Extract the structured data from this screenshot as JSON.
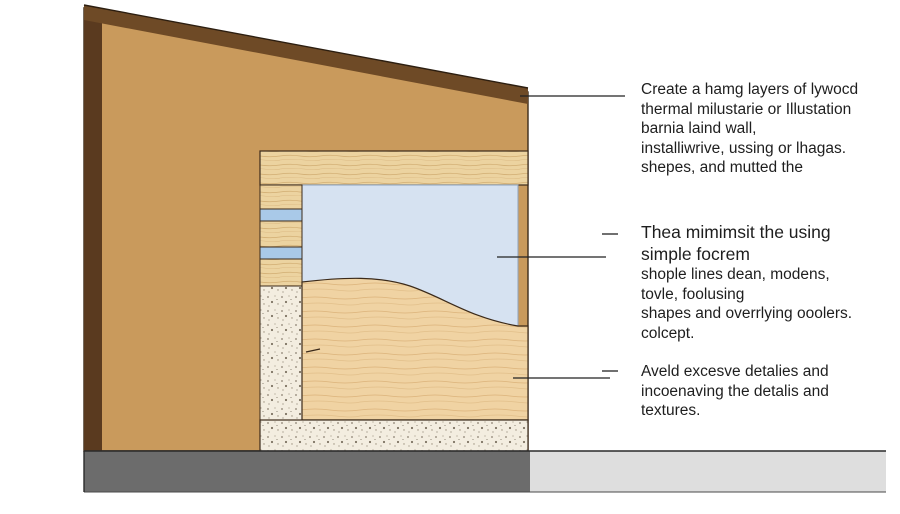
{
  "notes": [
    {
      "lines": [
        "Create a hamg layers of lywocd",
        "thermal milustarie or Illustation",
        "barnia laind wall,",
        "installiwrive, ussing or lhagas.",
        "shepes, and mutted the"
      ]
    },
    {
      "lines": [
        "Thea mimimsit the using",
        "simple focrem",
        "shople lines dean, modens,",
        "tovle, foolusing",
        "shapes and overrlying ooolers.",
        "colcept."
      ]
    },
    {
      "lines": [
        "Aveld excesve detalies and",
        "incoenaving the detalis and",
        "textures."
      ]
    }
  ],
  "colors": {
    "wall_panel": "#c99a5c",
    "wall_edge": "#5a3a1f",
    "roof_trim": "#6e4a26",
    "lumber": "#ecd3a0",
    "plywood": "#f0d3a3",
    "glass": "#d6e2f1",
    "insulation": "#f3ede0",
    "foundation": "#6c6c6c",
    "ground_light": "#dedede",
    "leader": "#222222"
  }
}
